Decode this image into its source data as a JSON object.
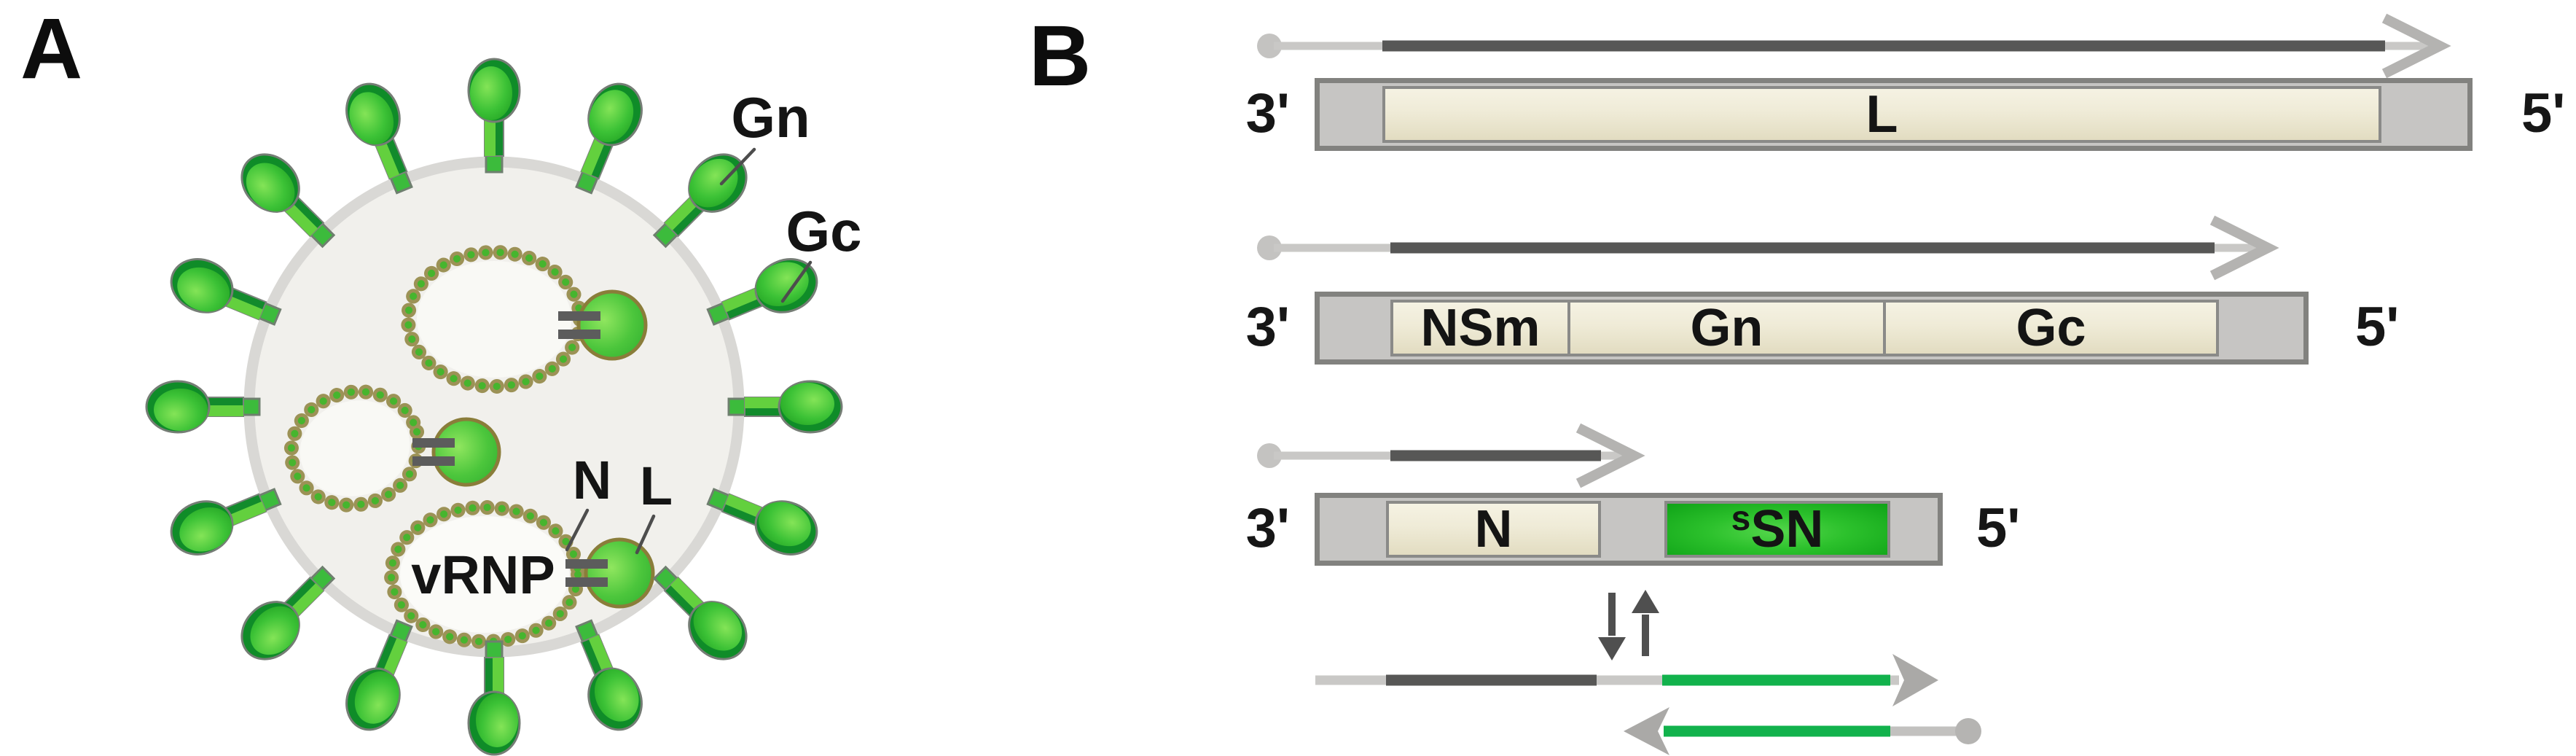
{
  "figure": {
    "panel_a": {
      "label": "A",
      "spike_labels": {
        "gn": "Gn",
        "gc": "Gc"
      },
      "n_label": "N",
      "l_label": "L",
      "vrnp_label": "vRNP"
    },
    "panel_b": {
      "label": "B",
      "segments": [
        {
          "three_prime": "3'",
          "five_prime": "5'",
          "genes": [
            {
              "label": "L"
            }
          ]
        },
        {
          "three_prime": "3'",
          "five_prime": "5'",
          "genes": [
            {
              "label": "NSm"
            },
            {
              "label": "Gn"
            },
            {
              "label": "Gc"
            }
          ]
        },
        {
          "three_prime": "3'",
          "five_prime": "5'",
          "genes": [
            {
              "label": "N"
            },
            {
              "label_prefix": "s",
              "label_main": "SN"
            }
          ]
        }
      ]
    },
    "colors": {
      "spike_green": "#2fb32f",
      "dark_green_rim": "#0f8c28",
      "bead_olive": "#9c9256",
      "bead_core_green": "#46b52e",
      "envelope_gray": "#d9d8d5",
      "gene_cream": "#efebd7",
      "utr_gray": "#c6c5c3",
      "nss_box_green": "#2cc12c",
      "mrna_dark_gray": "#575756",
      "mrna_light_gray": "#c9c8c6",
      "rna_green": "#12b24c"
    }
  }
}
